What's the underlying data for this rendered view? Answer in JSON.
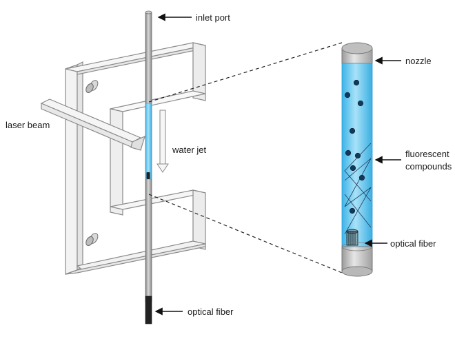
{
  "labels": {
    "inlet_port": "inlet port",
    "laser_beam": "laser beam",
    "water_jet": "water jet",
    "optical_fiber_bottom": "optical fiber",
    "nozzle": "nozzle",
    "fluorescent_line1": "fluorescent",
    "fluorescent_line2": "compounds",
    "optical_fiber_zoom": "optical fiber"
  },
  "colors": {
    "frame_edge": "#8a8a8a",
    "frame_face": "#f4f4f4",
    "tube_gray": "#a8a8a8",
    "water_blue": "#5fc8ef",
    "water_blue_dark": "#2a9fd6",
    "compound_dot": "#123a5a",
    "fiber_black": "#222222"
  }
}
